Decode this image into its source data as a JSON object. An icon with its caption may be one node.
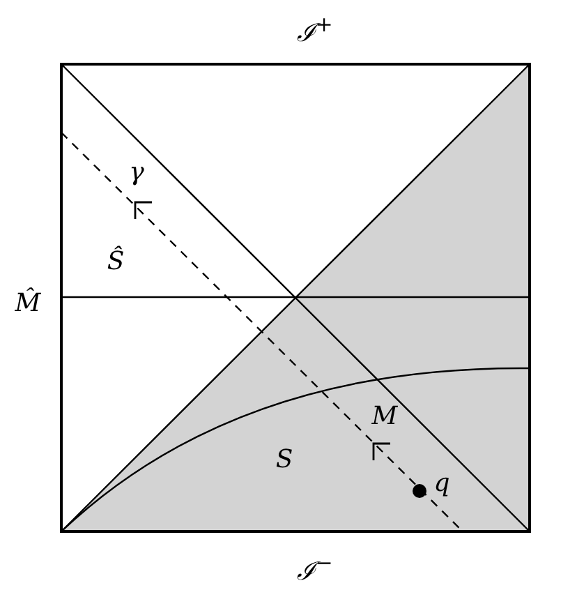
{
  "diagram": {
    "labels": [
      "ℐ$^{+}$",
      "γ",
      "Ŝ",
      "M̂",
      "M",
      "S",
      "q",
      "ℐ$^{−}$"
    ]
  }
}
